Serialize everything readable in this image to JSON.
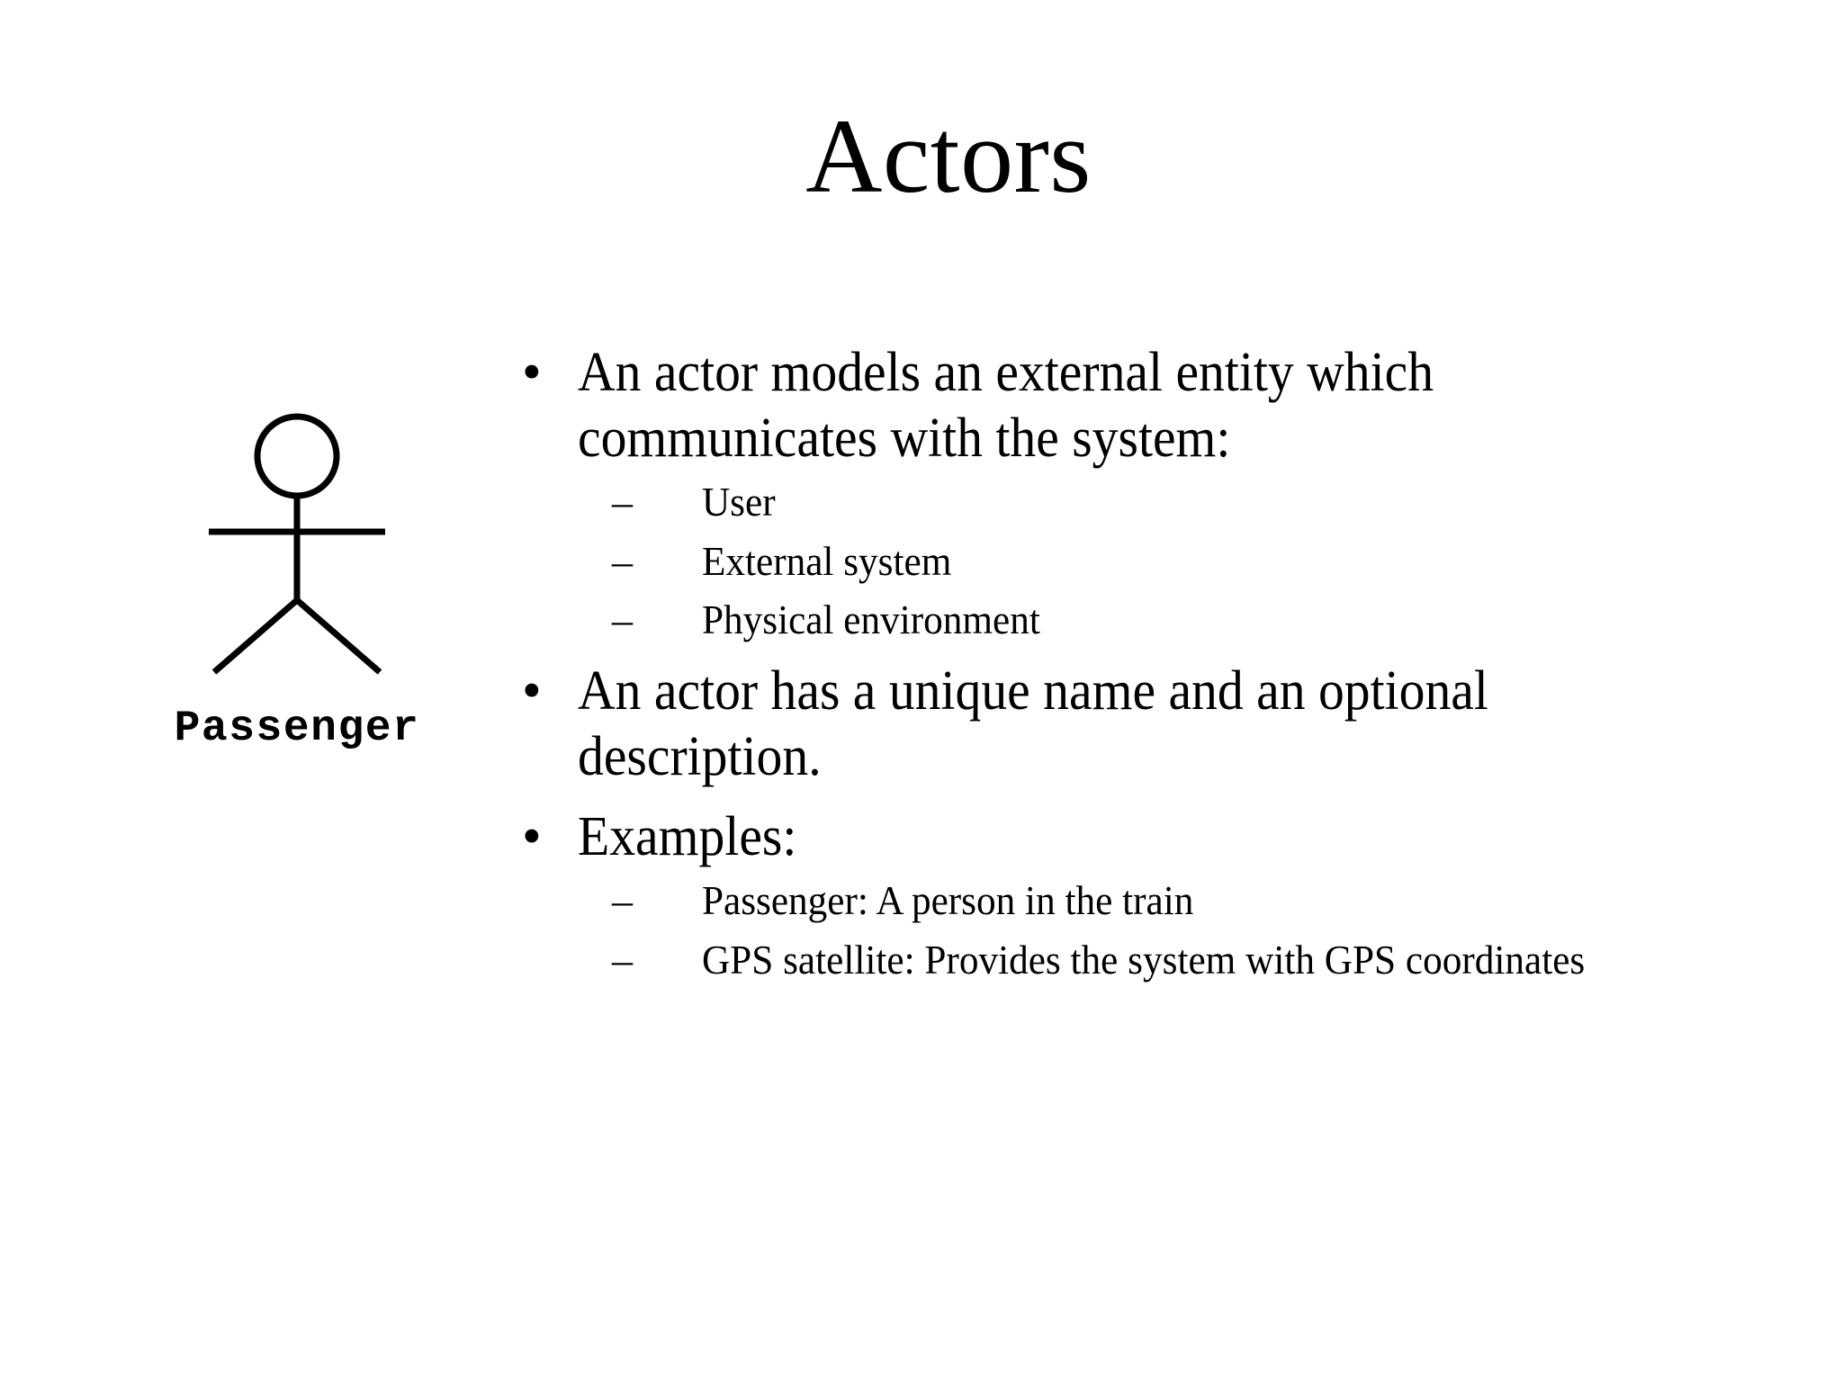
{
  "slide": {
    "title": "Actors",
    "background_color": "#ffffff",
    "text_color": "#000000"
  },
  "actor": {
    "icon_name": "uml-actor-stick-figure",
    "label": "Passenger"
  },
  "body": {
    "bullets": [
      {
        "marker": "•",
        "text": "An actor models an external entity which communicates with the system:",
        "sub": [
          {
            "marker": "–",
            "text": "User"
          },
          {
            "marker": "–",
            "text": "External system"
          },
          {
            "marker": "–",
            "text": "Physical environment"
          }
        ]
      },
      {
        "marker": "•",
        "text": "An actor has a unique name and an optional description.",
        "sub": []
      },
      {
        "marker": "•",
        "text": "Examples:",
        "sub": [
          {
            "marker": "–",
            "text": "Passenger: A person in the train"
          },
          {
            "marker": "–",
            "text": "GPS satellite: Provides the system with GPS coordinates"
          }
        ]
      }
    ]
  }
}
